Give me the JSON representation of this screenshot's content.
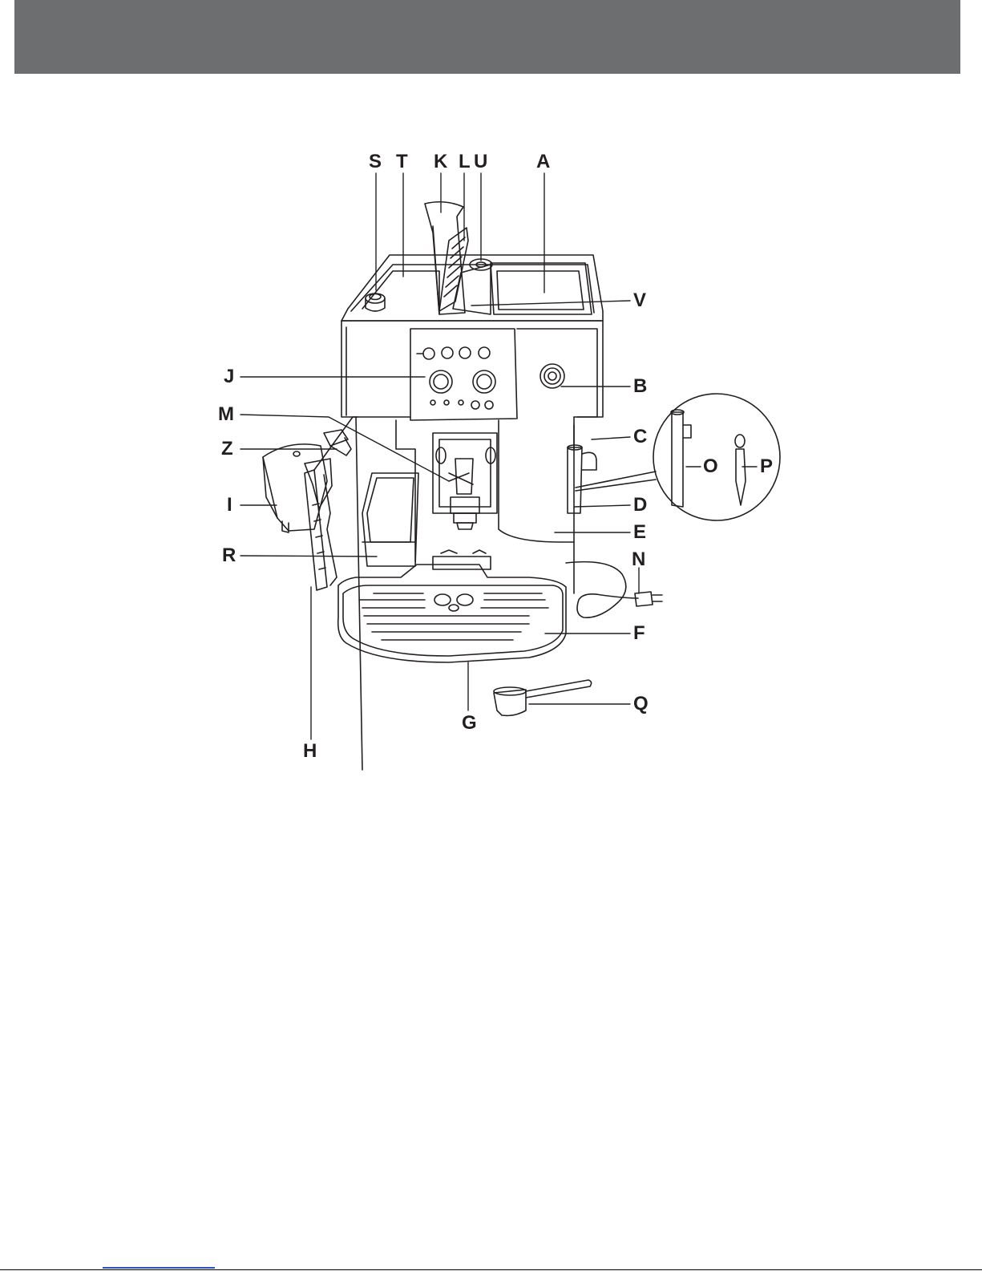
{
  "header": {
    "color": "#6d6e70"
  },
  "figure": {
    "labels": {
      "S": "S",
      "T": "T",
      "K": "K",
      "L": "L",
      "U": "U",
      "A": "A",
      "V": "V",
      "J": "J",
      "B": "B",
      "M": "M",
      "C": "C",
      "Z": "Z",
      "O": "O",
      "P": "P",
      "I": "I",
      "D": "D",
      "E": "E",
      "R": "R",
      "N": "N",
      "F": "F",
      "Q": "Q",
      "G": "G",
      "H": "H"
    },
    "line_color": "#231f20"
  },
  "footer": {
    "link_color": "#2a4bd7"
  }
}
